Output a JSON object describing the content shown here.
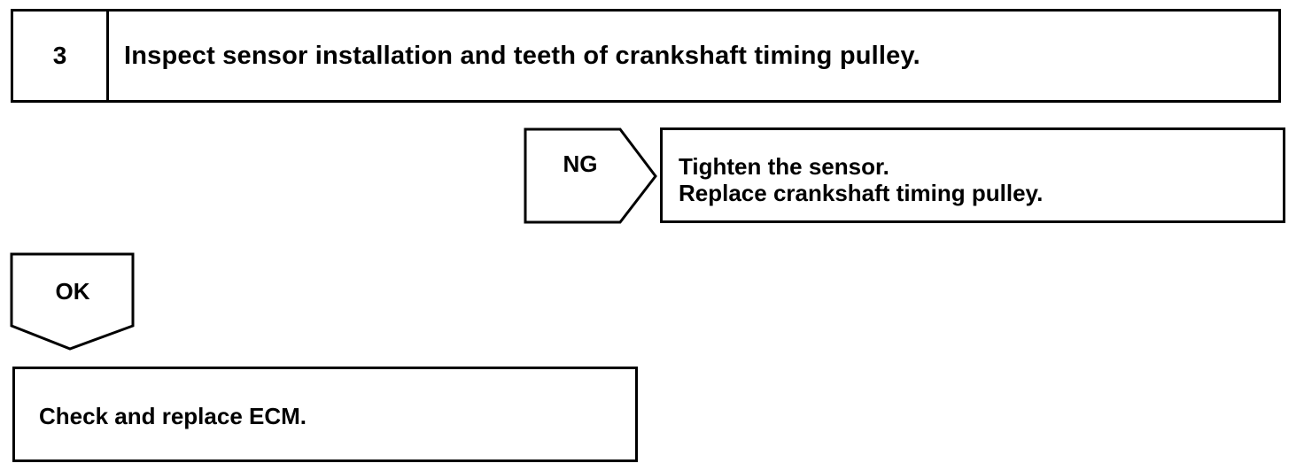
{
  "step": {
    "number": "3",
    "title": "Inspect sensor installation and teeth of crankshaft timing pulley."
  },
  "ng_branch": {
    "label": "NG",
    "actions": [
      "Tighten the sensor.",
      "Replace crankshaft timing pulley."
    ]
  },
  "ok_branch": {
    "label": "OK"
  },
  "final_step": {
    "text": "Check and replace ECM."
  }
}
